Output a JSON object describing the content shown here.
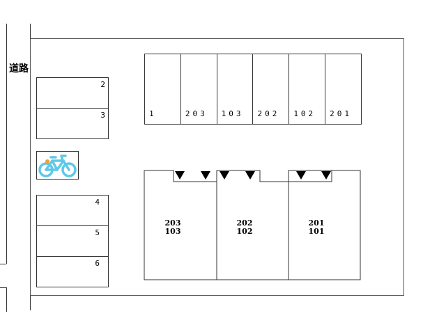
{
  "road": {
    "label": "道路"
  },
  "storage": {
    "upper": [
      "2",
      "3"
    ],
    "lower": [
      "4",
      "5",
      "6"
    ]
  },
  "parking": [
    "1",
    "203",
    "103",
    "202",
    "102",
    "201"
  ],
  "bicycle": {
    "icon": "bicycle-icon",
    "color": "#5ec8e8"
  },
  "buildings": [
    {
      "upper": "203",
      "lower": "103"
    },
    {
      "upper": "202",
      "lower": "102"
    },
    {
      "upper": "201",
      "lower": "101"
    }
  ]
}
